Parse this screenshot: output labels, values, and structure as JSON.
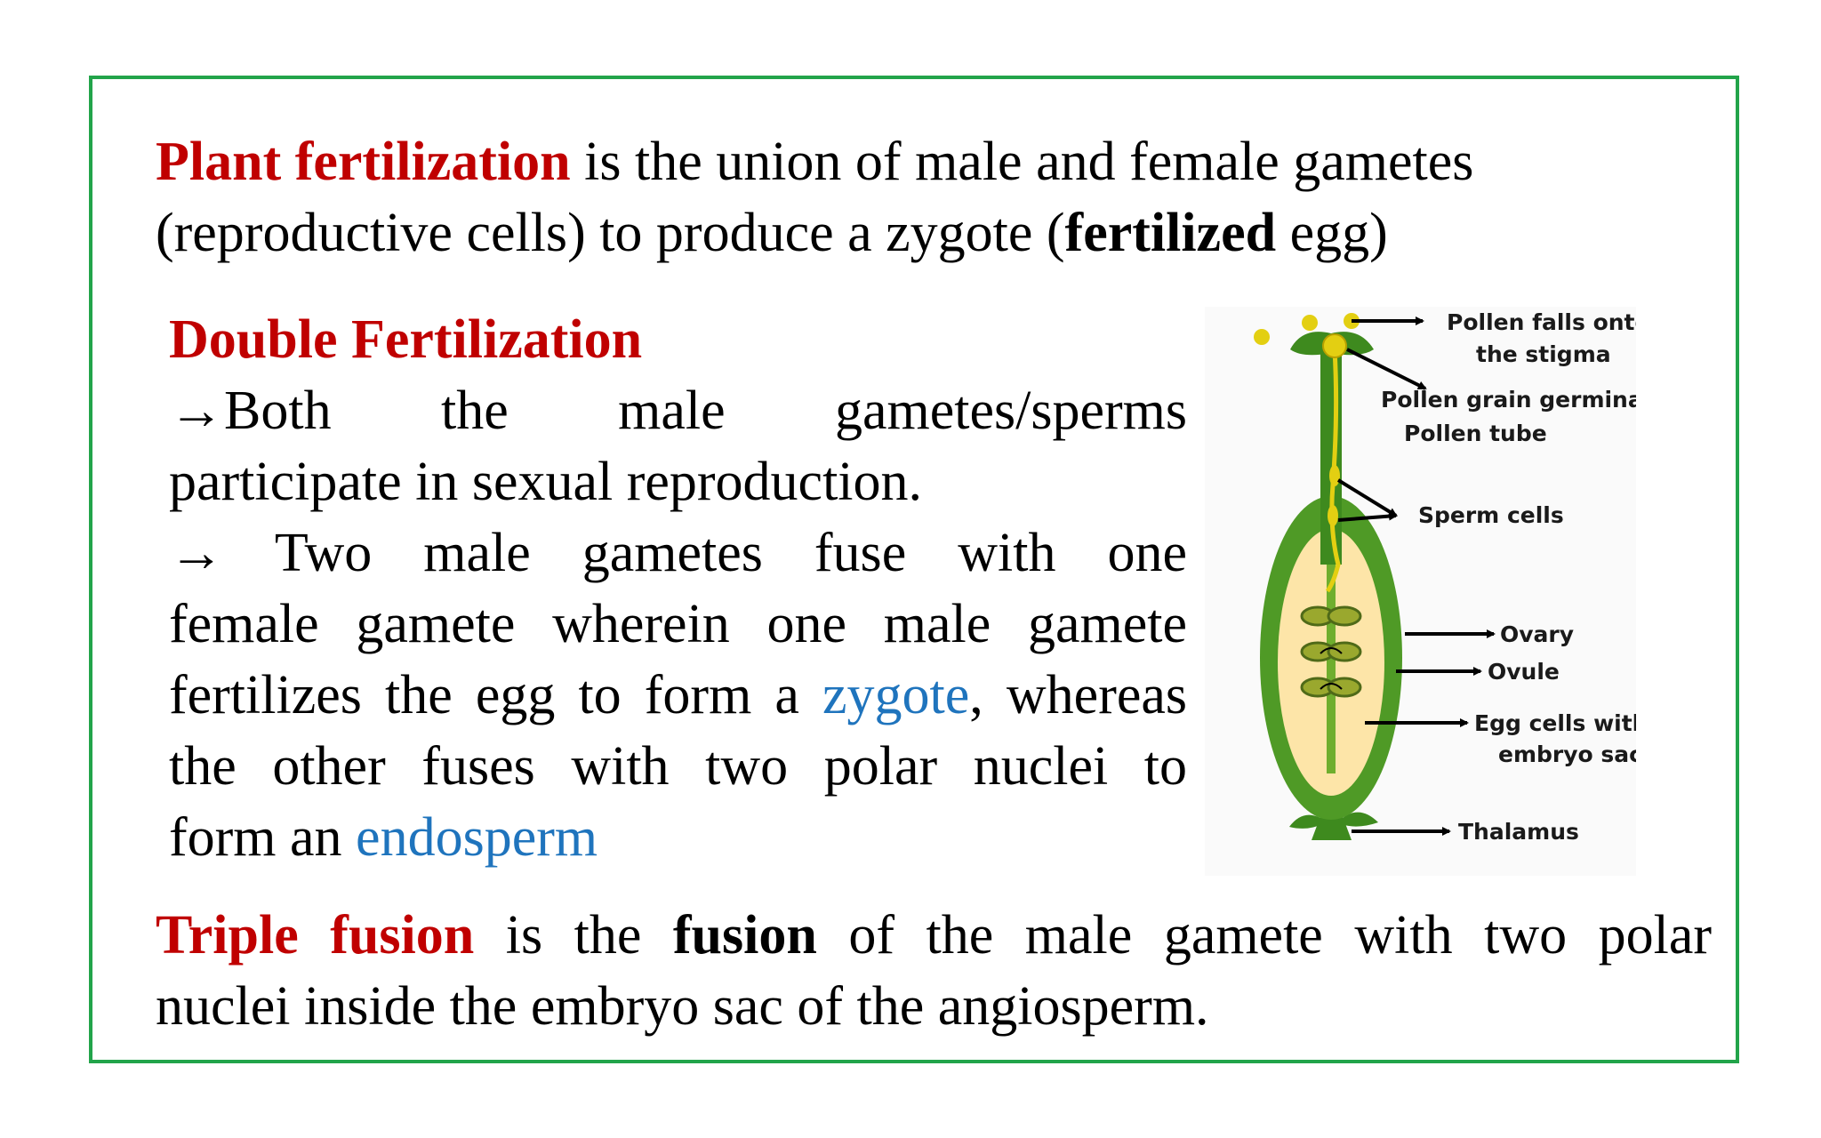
{
  "intro": {
    "term": "Plant fertilization",
    "text1": " is the union of male and female gametes (reproductive cells) to produce a zygote (",
    "bold": "fertilized",
    "text2": " egg)"
  },
  "double": {
    "heading": "Double Fertilization",
    "arrow": "→",
    "p1_first": "Both the male gametes/sperms",
    "p1_rest": "participate in sexual reproduction.",
    "p2_first": " Two male gametes fuse with one",
    "p2_l2": "female gamete wherein one male gamete",
    "p2_l3a": "fertilizes the egg to form a ",
    "zygote": "zygote",
    "p2_l3b": ", whereas",
    "p2_l4": "the other fuses with two polar nuclei to",
    "p2_l5a": "form an ",
    "endosperm": "endosperm"
  },
  "triple": {
    "term": "Triple fusion",
    "t1": " is the ",
    "bold": "fusion",
    "t2": " of the male gamete with two polar",
    "t3": "nuclei inside the embryo sac of the angiosperm."
  },
  "diagram": {
    "labels": {
      "pollen_falls": "Pollen falls onto",
      "stigma": "the stigma",
      "germination": "Pollen grain germination",
      "pollen_tube": "Pollen tube",
      "sperm": "Sperm cells",
      "ovary": "Ovary",
      "ovule": "Ovule",
      "egg": "Egg cells within",
      "embryo_sac": "embryo sac",
      "thalamus": "Thalamus"
    },
    "colors": {
      "green": "#3e8a1e",
      "light_green": "#6fae2e",
      "cream": "#fde5a8",
      "yellow": "#e3cf12",
      "border": "#22a44a",
      "red": "#c00000",
      "blue": "#1f74bd"
    }
  }
}
